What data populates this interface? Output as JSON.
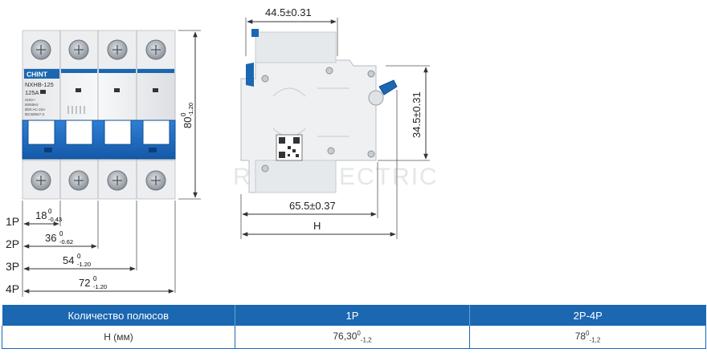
{
  "drawing": {
    "watermark": "ROSTELECTRIC",
    "brand": "CHINT",
    "model": "NXHB-125",
    "rating": "125A",
    "front_small_lines": [
      "415V~",
      "50/60Hz",
      "Ø20 AC-22A",
      "IEC60947-3"
    ],
    "dimensions": {
      "side_width": "44.5±0.31",
      "side_height": "34.5±0.31",
      "side_depth": "65.5±0.37",
      "front_height_base": "80",
      "front_height_up": "0",
      "front_height_down": "-1.20",
      "total_label": "H"
    },
    "poles": [
      {
        "label": "1P",
        "base": "18",
        "up": "0",
        "down": "-0.43"
      },
      {
        "label": "2P",
        "base": "36",
        "up": "0",
        "down": "-0.62"
      },
      {
        "label": "3P",
        "base": "54",
        "up": "0",
        "down": "-1.20"
      },
      {
        "label": "4P",
        "base": "72",
        "up": "0",
        "down": "-1.20"
      }
    ]
  },
  "table": {
    "headers": [
      "Количество полюсов",
      "1P",
      "2P-4P"
    ],
    "row_label": "H (мм)",
    "row_1p": {
      "base": "76,30",
      "up": "0",
      "down": "-1,2"
    },
    "row_2p4p": {
      "base": "78",
      "up": "0",
      "down": "-1,2"
    }
  }
}
